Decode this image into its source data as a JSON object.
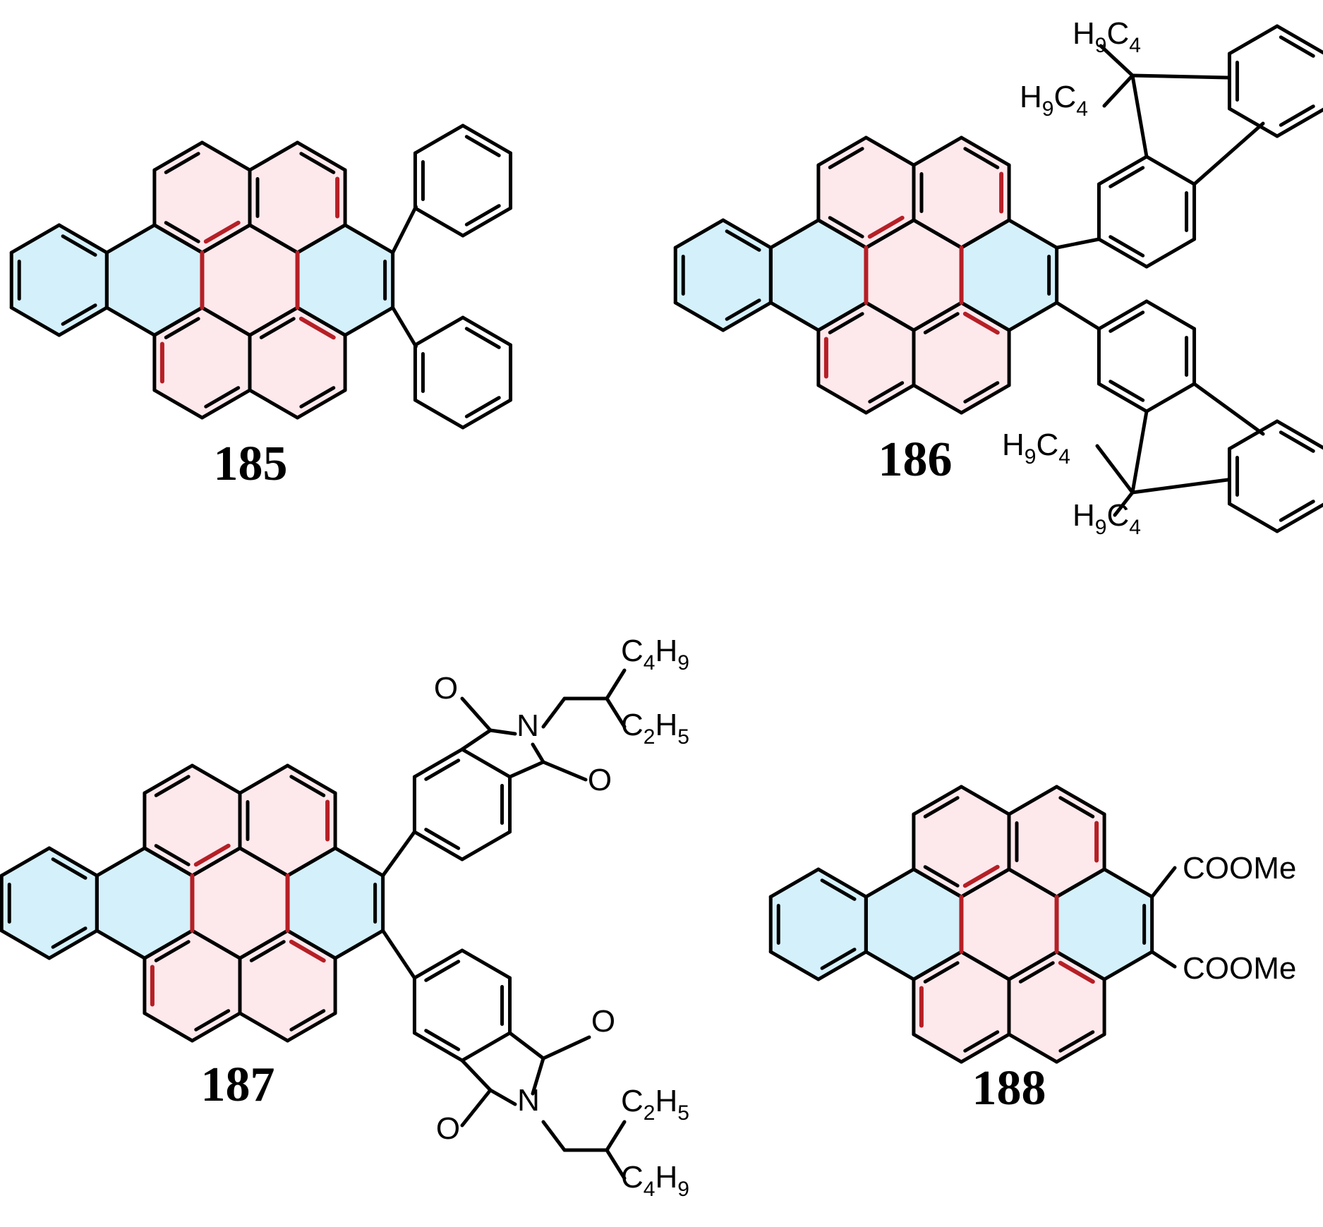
{
  "colors": {
    "bond": "#000000",
    "highlight_bond": "#b51f25",
    "pink_ring": "#fde8ec",
    "blue_ring": "#d4f0fa"
  },
  "compounds": [
    {
      "number": "185",
      "substituents": [
        "phenyl",
        "phenyl"
      ]
    },
    {
      "number": "186",
      "substituents": [
        "9,9-dibutylfluorenyl",
        "9,9-dibutylfluorenyl"
      ],
      "labels": [
        "H9C4",
        "H9C4",
        "H9C4",
        "H9C4"
      ]
    },
    {
      "number": "187",
      "substituents": [
        "N-(2-ethylhexyl)phthalimide",
        "N-(2-ethylhexyl)phthalimide"
      ],
      "labels": [
        "O",
        "N",
        "O",
        "C4H9",
        "C2H5",
        "O",
        "N",
        "O",
        "C2H5",
        "C4H9"
      ]
    },
    {
      "number": "188",
      "substituents": [
        "COOMe",
        "COOMe"
      ],
      "labels": [
        "COOMe",
        "COOMe"
      ]
    }
  ]
}
